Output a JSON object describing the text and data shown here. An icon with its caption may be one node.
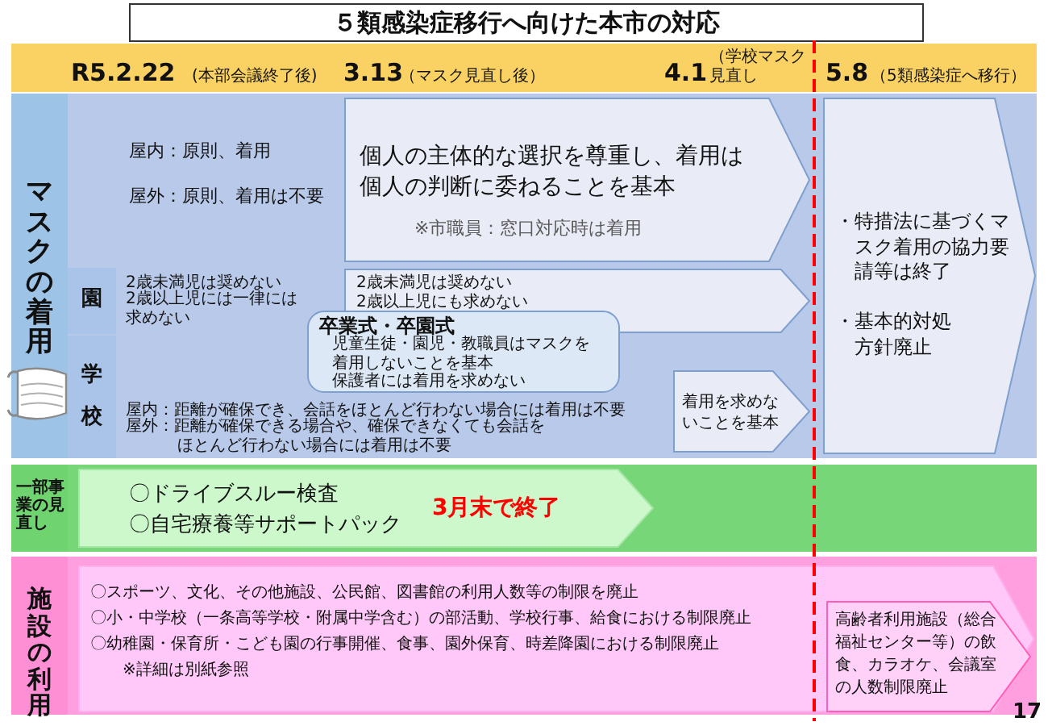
{
  "diagram": {
    "title": "５類感染症移行へ向けた本市の対応",
    "nodes": [
      {
        "text": [
          "マスクの着用"
        ]
      },
      {
        "text": [
          "園"
        ]
      },
      {
        "text": [
          "学校"
        ]
      },
      {
        "text": [
          "屋内：原則、着用",
          "屋外：原則、着用は不要"
        ]
      },
      {
        "text": [
          "個人の主体的な選択を尊重し、着用は個人の判断に委ねることを基本",
          "※市職員：窓口対応時は着用"
        ]
      },
      {
        "text": [
          "・特措法に基づくマスク着用の協力要請等は終了",
          "・基本的対処方針廃止"
        ]
      },
      {
        "text": [
          "2歳未満児は奨めない",
          "2歳以上児には一律には求めない"
        ]
      },
      {
        "text": [
          "2歳未満児は奨めない",
          "2歳以上児にも求めない"
        ]
      },
      {
        "text": [
          "卒業式・卒園式",
          "児童生徒・園児・教職員はマスクを着用しないことを基本",
          "保護者には着用を求めない"
        ]
      },
      {
        "text": [
          "屋内：距離が確保でき、会話をほとんど行わない場合には着用は不要",
          "屋外：距離が確保できる場合や、確保できなくても会話をほとんど行わない場合には着用は不要"
        ]
      },
      {
        "text": [
          "着用を求めないことを基本"
        ]
      },
      {
        "text": [
          "一部事業の見直し"
        ]
      },
      {
        "text": [
          "〇ドライブスルー検査",
          "〇自宅療養等サポートパック",
          "3月末で終了"
        ]
      },
      {
        "text": [
          "施設の利用"
        ]
      },
      {
        "text": [
          "〇スポーツ、文化、その他施設、公民館、図書館の利用人数等の制限を廃止",
          "〇小・中学校（一条高等学校・附属中学含む）の部活動、学校行事、給食における制限廃止",
          "〇幼稚園・保育所・こども園の行事開催、食事、園外保育、時差降園における制限廃止",
          "※詳細は別紙参照"
        ]
      },
      {
        "text": [
          "高齢者利用施設（総合福祉センター等）の飲食、カラオケ、会議室の人数制限廃止"
        ],
        "in": 14
      }
    ],
    "labels": [
      "R5.2.22",
      "(本部会議終了後)",
      "3.13",
      "（マスク見直し後）",
      "4.1",
      "（学校マスク見直し",
      "5.8",
      "（5類感染症へ移行）",
      "17"
    ]
  }
}
